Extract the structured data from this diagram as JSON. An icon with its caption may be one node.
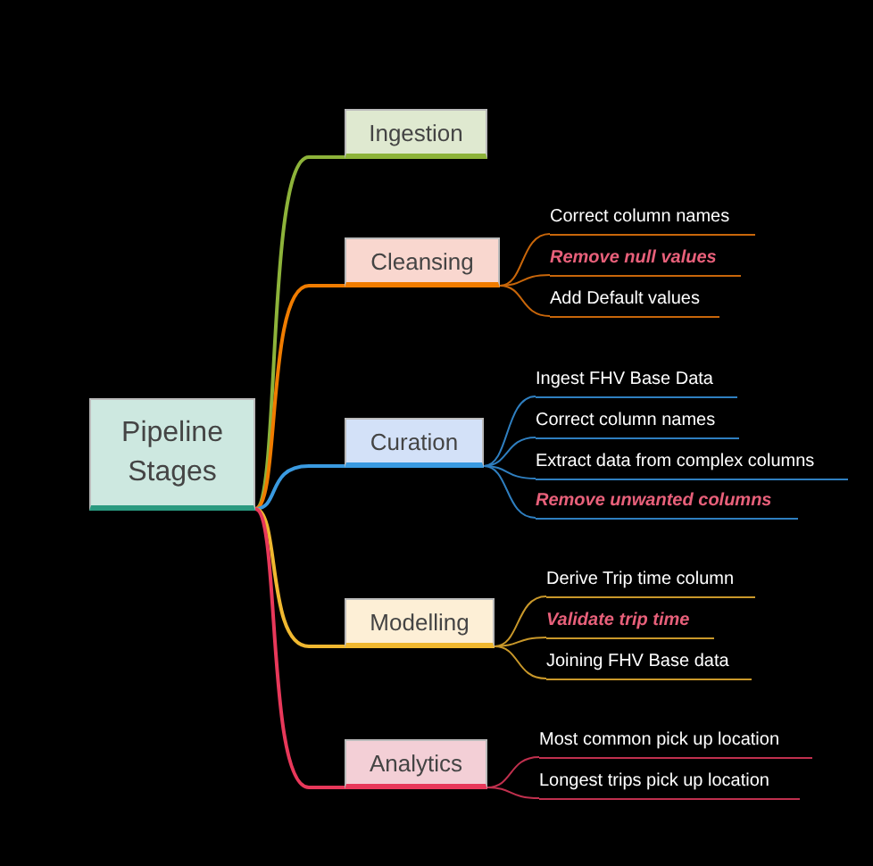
{
  "diagram": {
    "nodes": [
      {
        "text": [
          "Pipeline Stages"
        ]
      },
      {
        "text": [
          "Ingestion"
        ]
      },
      {
        "text": [
          "Cleansing"
        ]
      },
      {
        "text": [
          "Correct column names"
        ]
      },
      {
        "text": [
          "Remove null values"
        ]
      },
      {
        "text": [
          "Add Default values"
        ]
      },
      {
        "text": [
          "Curation"
        ]
      },
      {
        "text": [
          "Ingest FHV Base Data"
        ]
      },
      {
        "text": [
          "Correct column names"
        ]
      },
      {
        "text": [
          "Extract data from complex columns"
        ]
      },
      {
        "text": [
          "Remove unwanted columns"
        ]
      },
      {
        "text": [
          "Modelling"
        ]
      },
      {
        "text": [
          "Derive Trip time column"
        ]
      },
      {
        "text": [
          "Validate trip time"
        ]
      },
      {
        "text": [
          "Joining FHV Base data"
        ]
      },
      {
        "text": [
          "Analytics"
        ]
      },
      {
        "text": [
          "Most common pick up location"
        ]
      },
      {
        "text": [
          "Longest trips pick up location"
        ]
      }
    ],
    "edges": [
      {
        "from": 0,
        "to": 1,
        "arrow": "none",
        "color": "#8db33a"
      },
      {
        "from": 0,
        "to": 2,
        "arrow": "none",
        "color": "#f07c00"
      },
      {
        "from": 2,
        "to": 3,
        "arrow": "none",
        "color": "#c8660a"
      },
      {
        "from": 2,
        "to": 4,
        "arrow": "none",
        "color": "#c8660a"
      },
      {
        "from": 2,
        "to": 5,
        "arrow": "none",
        "color": "#c8660a"
      },
      {
        "from": 0,
        "to": 6,
        "arrow": "none",
        "color": "#3a9ae0"
      },
      {
        "from": 6,
        "to": 7,
        "arrow": "none",
        "color": "#2f7fc0"
      },
      {
        "from": 6,
        "to": 8,
        "arrow": "none",
        "color": "#2f7fc0"
      },
      {
        "from": 6,
        "to": 9,
        "arrow": "none",
        "color": "#2f7fc0"
      },
      {
        "from": 6,
        "to": 10,
        "arrow": "none",
        "color": "#2f7fc0"
      },
      {
        "from": 0,
        "to": 11,
        "arrow": "none",
        "color": "#f0b830"
      },
      {
        "from": 11,
        "to": 12,
        "arrow": "none",
        "color": "#c9982a"
      },
      {
        "from": 11,
        "to": 13,
        "arrow": "none",
        "color": "#c9982a"
      },
      {
        "from": 11,
        "to": 14,
        "arrow": "none",
        "color": "#c9982a"
      },
      {
        "from": 0,
        "to": 15,
        "arrow": "none",
        "color": "#e8385a"
      },
      {
        "from": 15,
        "to": 16,
        "arrow": "none",
        "color": "#c0304e"
      },
      {
        "from": 15,
        "to": 17,
        "arrow": "none",
        "color": "#c0304e"
      }
    ]
  }
}
